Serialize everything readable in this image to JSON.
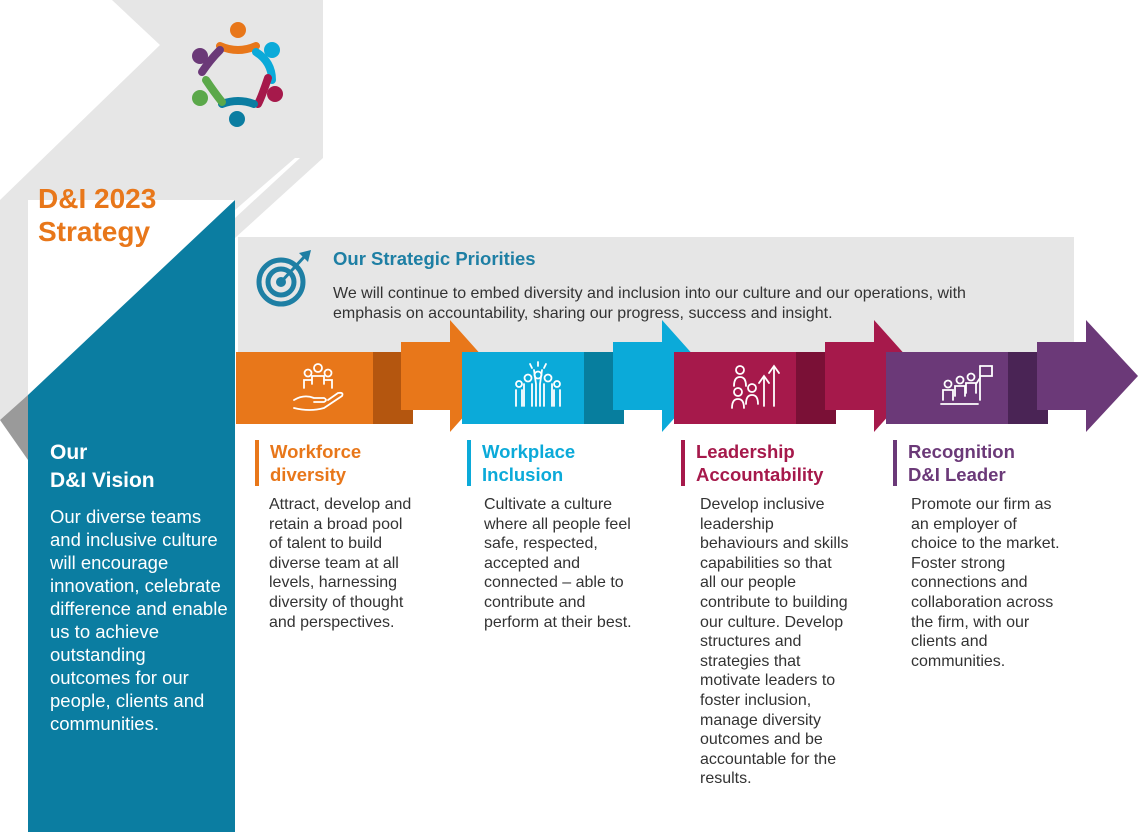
{
  "strategy": {
    "title_line1": "D&I 2023",
    "title_line2": "Strategy"
  },
  "vision": {
    "title_line1": "Our",
    "title_line2": "D&I Vision",
    "text": "Our diverse teams and inclusive culture will encourage innovation, celebrate difference and enable us to achieve outstanding outcomes for our people, clients and communities."
  },
  "priorities": {
    "title": "Our Strategic Priorities",
    "text": "We will continue to embed diversity and inclusion into our culture and our operations, with emphasis on accountability, sharing our progress, success and insight."
  },
  "pillars": [
    {
      "title_line1": "Workforce",
      "title_line2": "diversity",
      "color": "#E8771A",
      "icon": "hand-with-people-icon",
      "text": "Attract, develop and retain a broad pool of talent to build diverse team at all levels, harnessing diversity of thought and perspectives."
    },
    {
      "title_line1": "Workplace",
      "title_line2": "Inclusion",
      "color": "#0BAAD9",
      "icon": "group-celebrating-icon",
      "text": "Cultivate a culture where all people feel safe, respected, accepted and connected – able to contribute and perform at their best."
    },
    {
      "title_line1": "Leadership",
      "title_line2": "Accountability",
      "color": "#A6194B",
      "icon": "people-growth-arrows-icon",
      "text": "Develop inclusive leadership behaviours and skills capabilities so that all our people contribute to building our culture. Develop structures and strategies that motivate leaders to foster inclusion, manage diversity outcomes and be accountable for the results."
    },
    {
      "title_line1": "Recognition",
      "title_line2": "D&I Leader",
      "color": "#6B3978",
      "icon": "team-with-flag-icon",
      "text": "Promote our firm as an employer of choice to the market. Foster strong connections and collaboration across the firm, with our clients and communities."
    }
  ],
  "colors": {
    "vision_teal": "#0B7DA1",
    "light_grey": "#E6E6E6",
    "priorities_blue": "#1E7FA4"
  },
  "logo": {
    "icon": "people-circle-logo-icon"
  }
}
